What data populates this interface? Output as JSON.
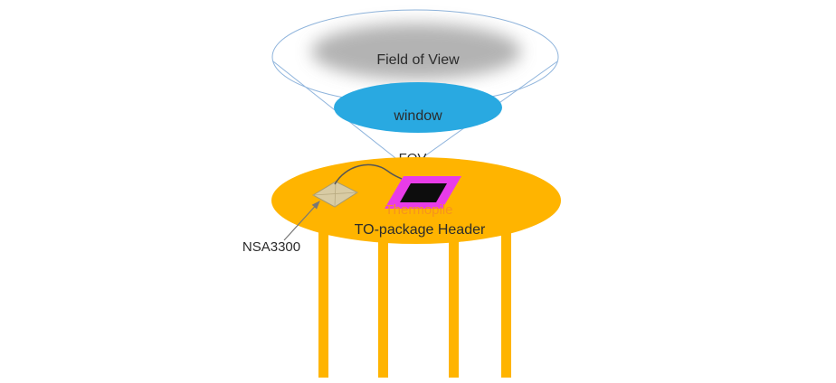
{
  "diagram": {
    "labels": {
      "field_of_view": "Field of View",
      "window": "window",
      "fov": "FOV",
      "thermopile": "Thermopile",
      "to_package_header": "TO-package Header",
      "chip": "NSA3300"
    },
    "colors": {
      "header": "#FFB400",
      "window": "#29A9E1",
      "thermopile_die": "#E83CE8",
      "absorber": "#0d0d0d",
      "chip": "#D8CBA4",
      "chip_edge": "#A89A6E",
      "cone": "#8FB4DC",
      "fov_cloud": "#9a9a9a",
      "wire": "#555555",
      "arrow": "#777777",
      "thermopile_text": "#F7941D",
      "text": "#2b2b2b"
    }
  }
}
